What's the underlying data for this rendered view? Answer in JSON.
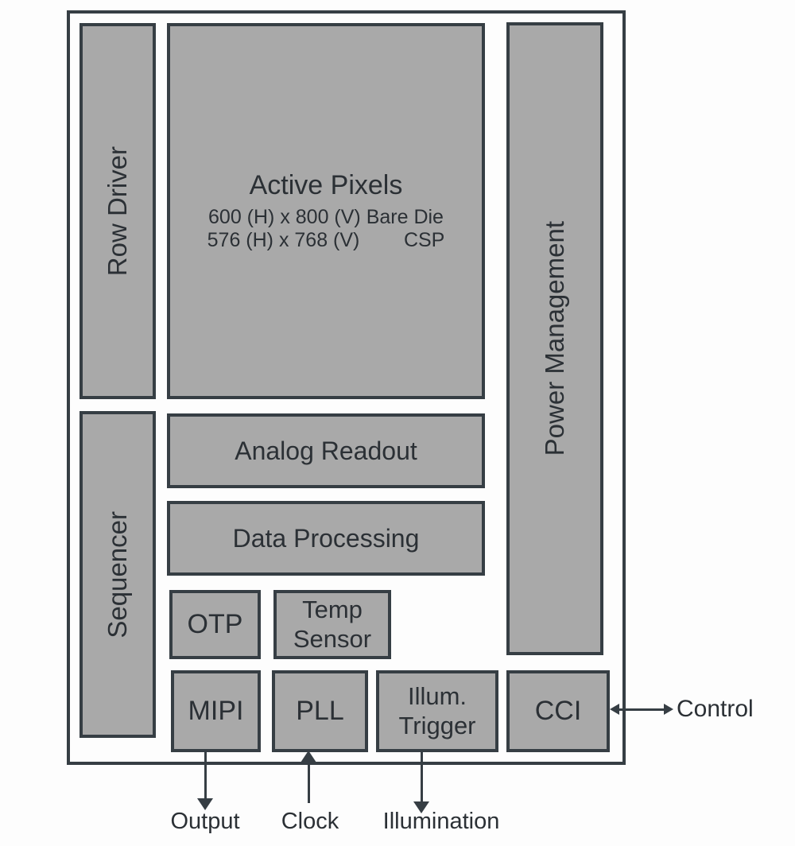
{
  "colors": {
    "block_fill": "#a9a9a9",
    "block_border": "#363e44",
    "text": "#2b3035",
    "background": "#fdfdfd"
  },
  "blocks": {
    "row_driver": {
      "label": "Row Driver"
    },
    "active_pixels": {
      "title": "Active Pixels",
      "line1": "600 (H) x 800 (V) Bare Die",
      "line2": "576 (H) x 768 (V)        CSP"
    },
    "power_management": {
      "label": "Power Management"
    },
    "sequencer": {
      "label": "Sequencer"
    },
    "analog_readout": {
      "label": "Analog Readout"
    },
    "data_processing": {
      "label": "Data Processing"
    },
    "otp": {
      "label": "OTP"
    },
    "temp_sensor": {
      "label": "Temp Sensor"
    },
    "mipi": {
      "label": "MIPI"
    },
    "pll": {
      "label": "PLL"
    },
    "illum_trigger": {
      "label": "Illum. Trigger"
    },
    "cci": {
      "label": "CCI"
    }
  },
  "signals": {
    "output": {
      "label": "Output",
      "direction": "down"
    },
    "clock": {
      "label": "Clock",
      "direction": "up"
    },
    "illumination": {
      "label": "Illumination",
      "direction": "down"
    },
    "control": {
      "label": "Control",
      "direction": "bidirectional"
    }
  }
}
